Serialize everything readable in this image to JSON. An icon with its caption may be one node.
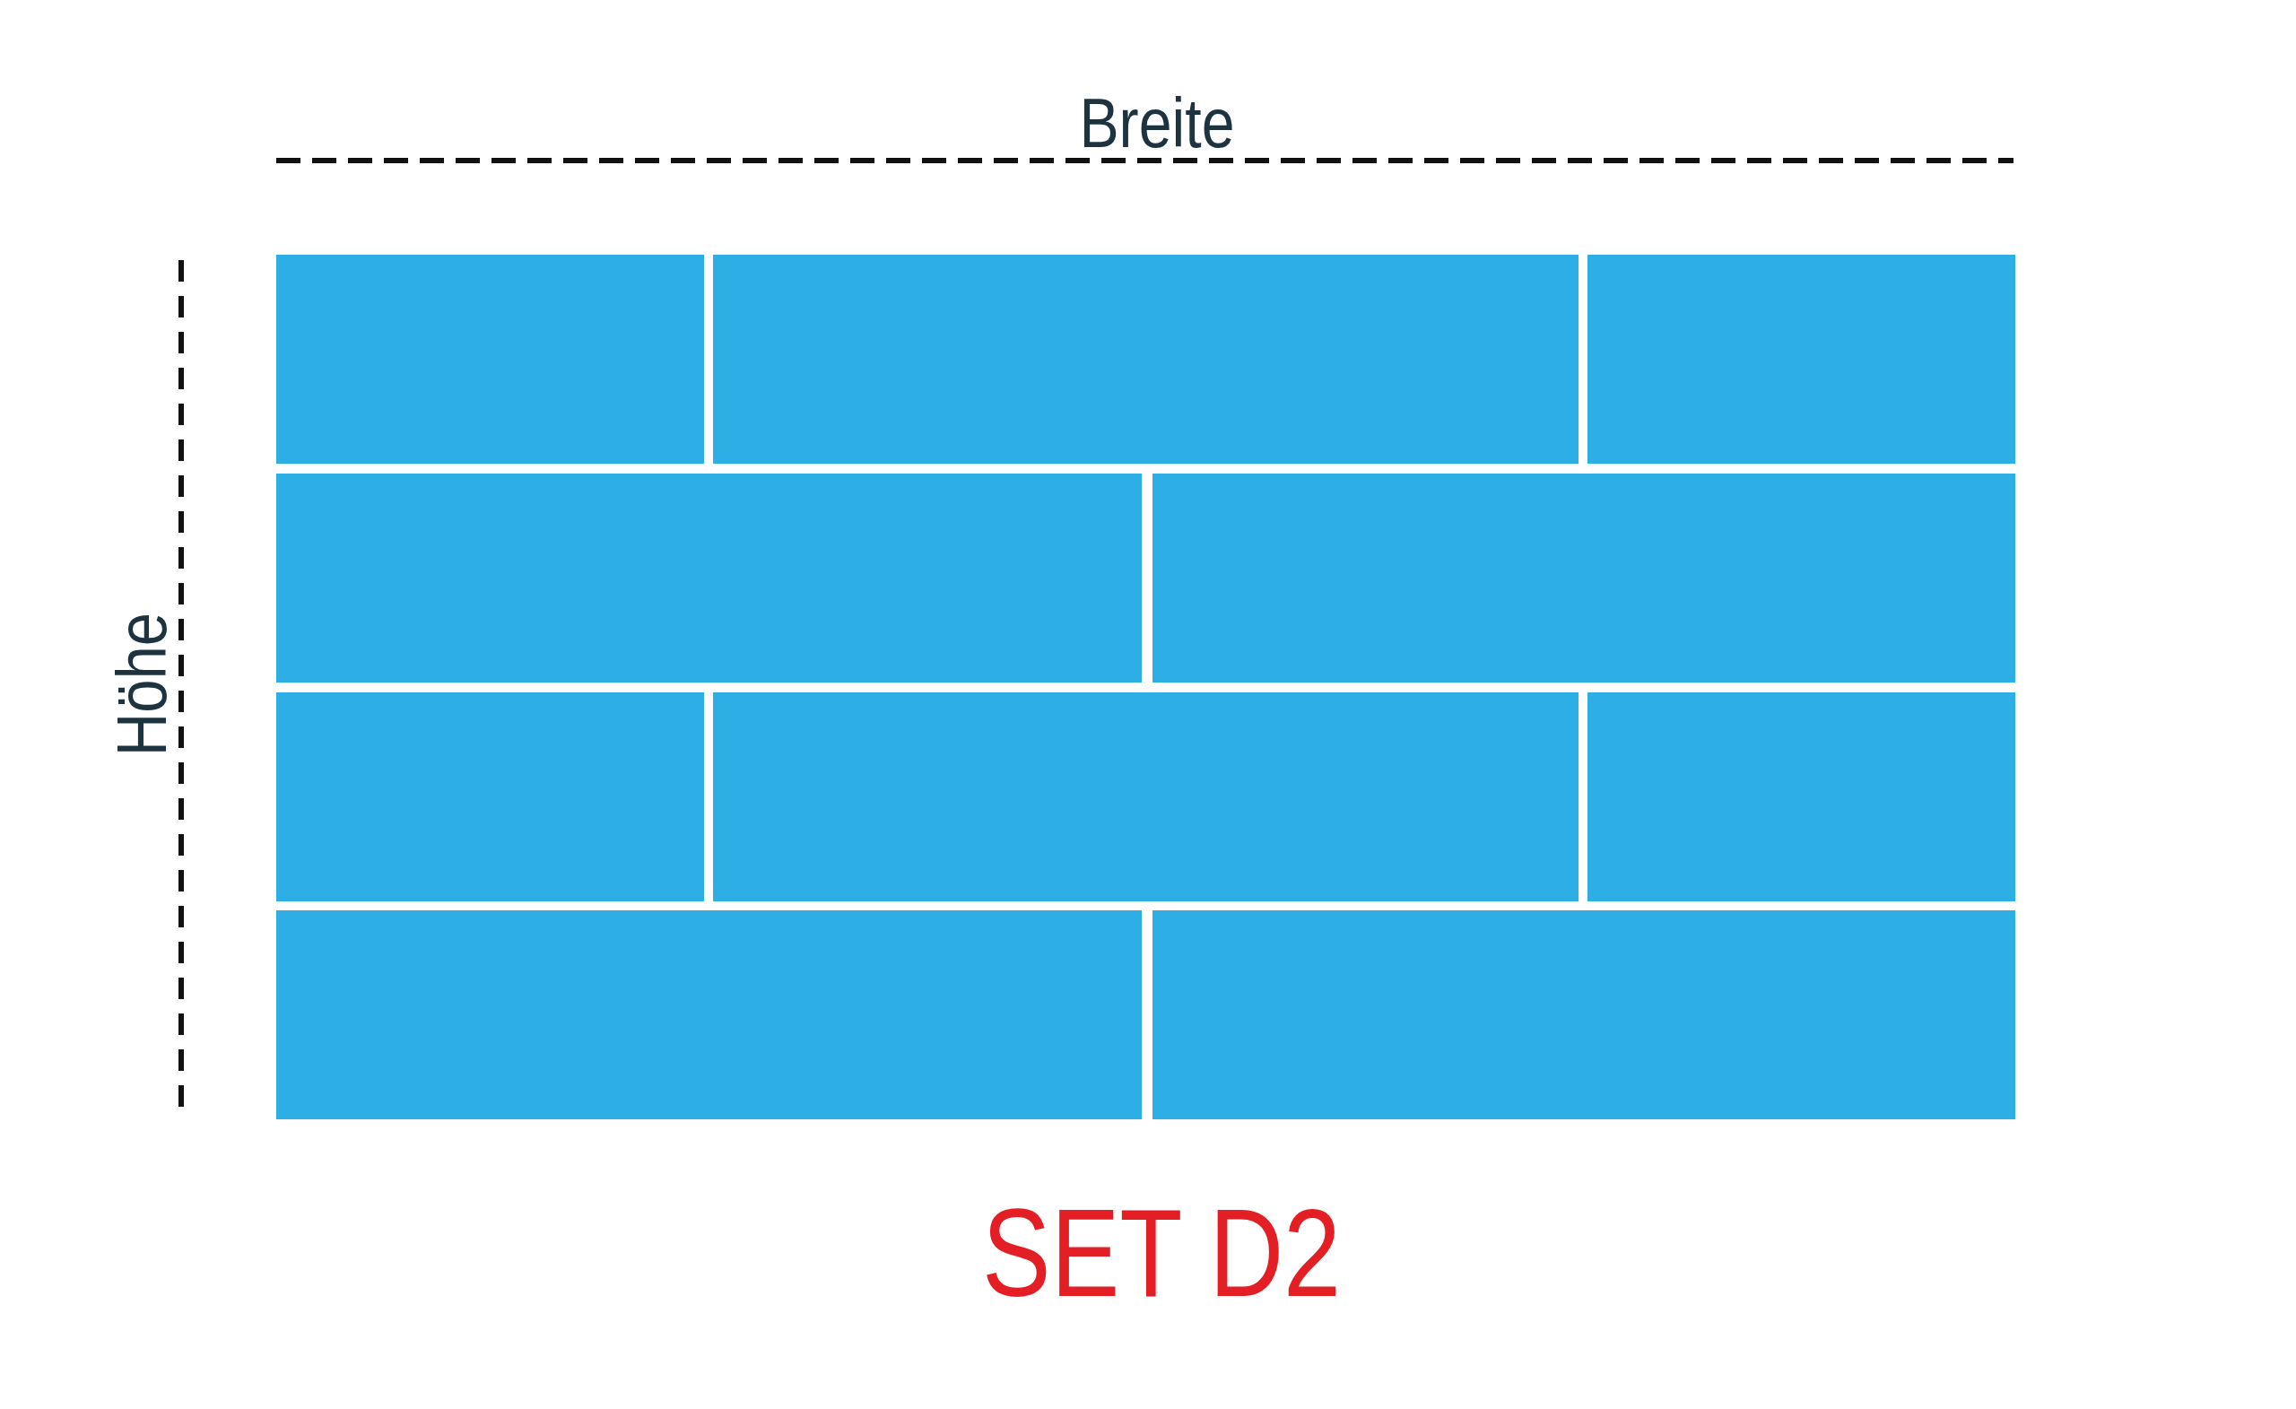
{
  "diagram": {
    "caption": "SET D2",
    "nodes": [
      {
        "text": [],
        "shape": "box"
      },
      {
        "text": [],
        "shape": "box"
      },
      {
        "text": [],
        "shape": "box"
      },
      {
        "text": [],
        "shape": "box"
      },
      {
        "text": [],
        "shape": "box"
      },
      {
        "text": [],
        "shape": "box"
      },
      {
        "text": [],
        "shape": "box"
      },
      {
        "text": [],
        "shape": "box"
      },
      {
        "text": [],
        "shape": "box"
      },
      {
        "text": [],
        "shape": "box"
      }
    ],
    "labels": [
      "Breite",
      "Höhe"
    ]
  }
}
